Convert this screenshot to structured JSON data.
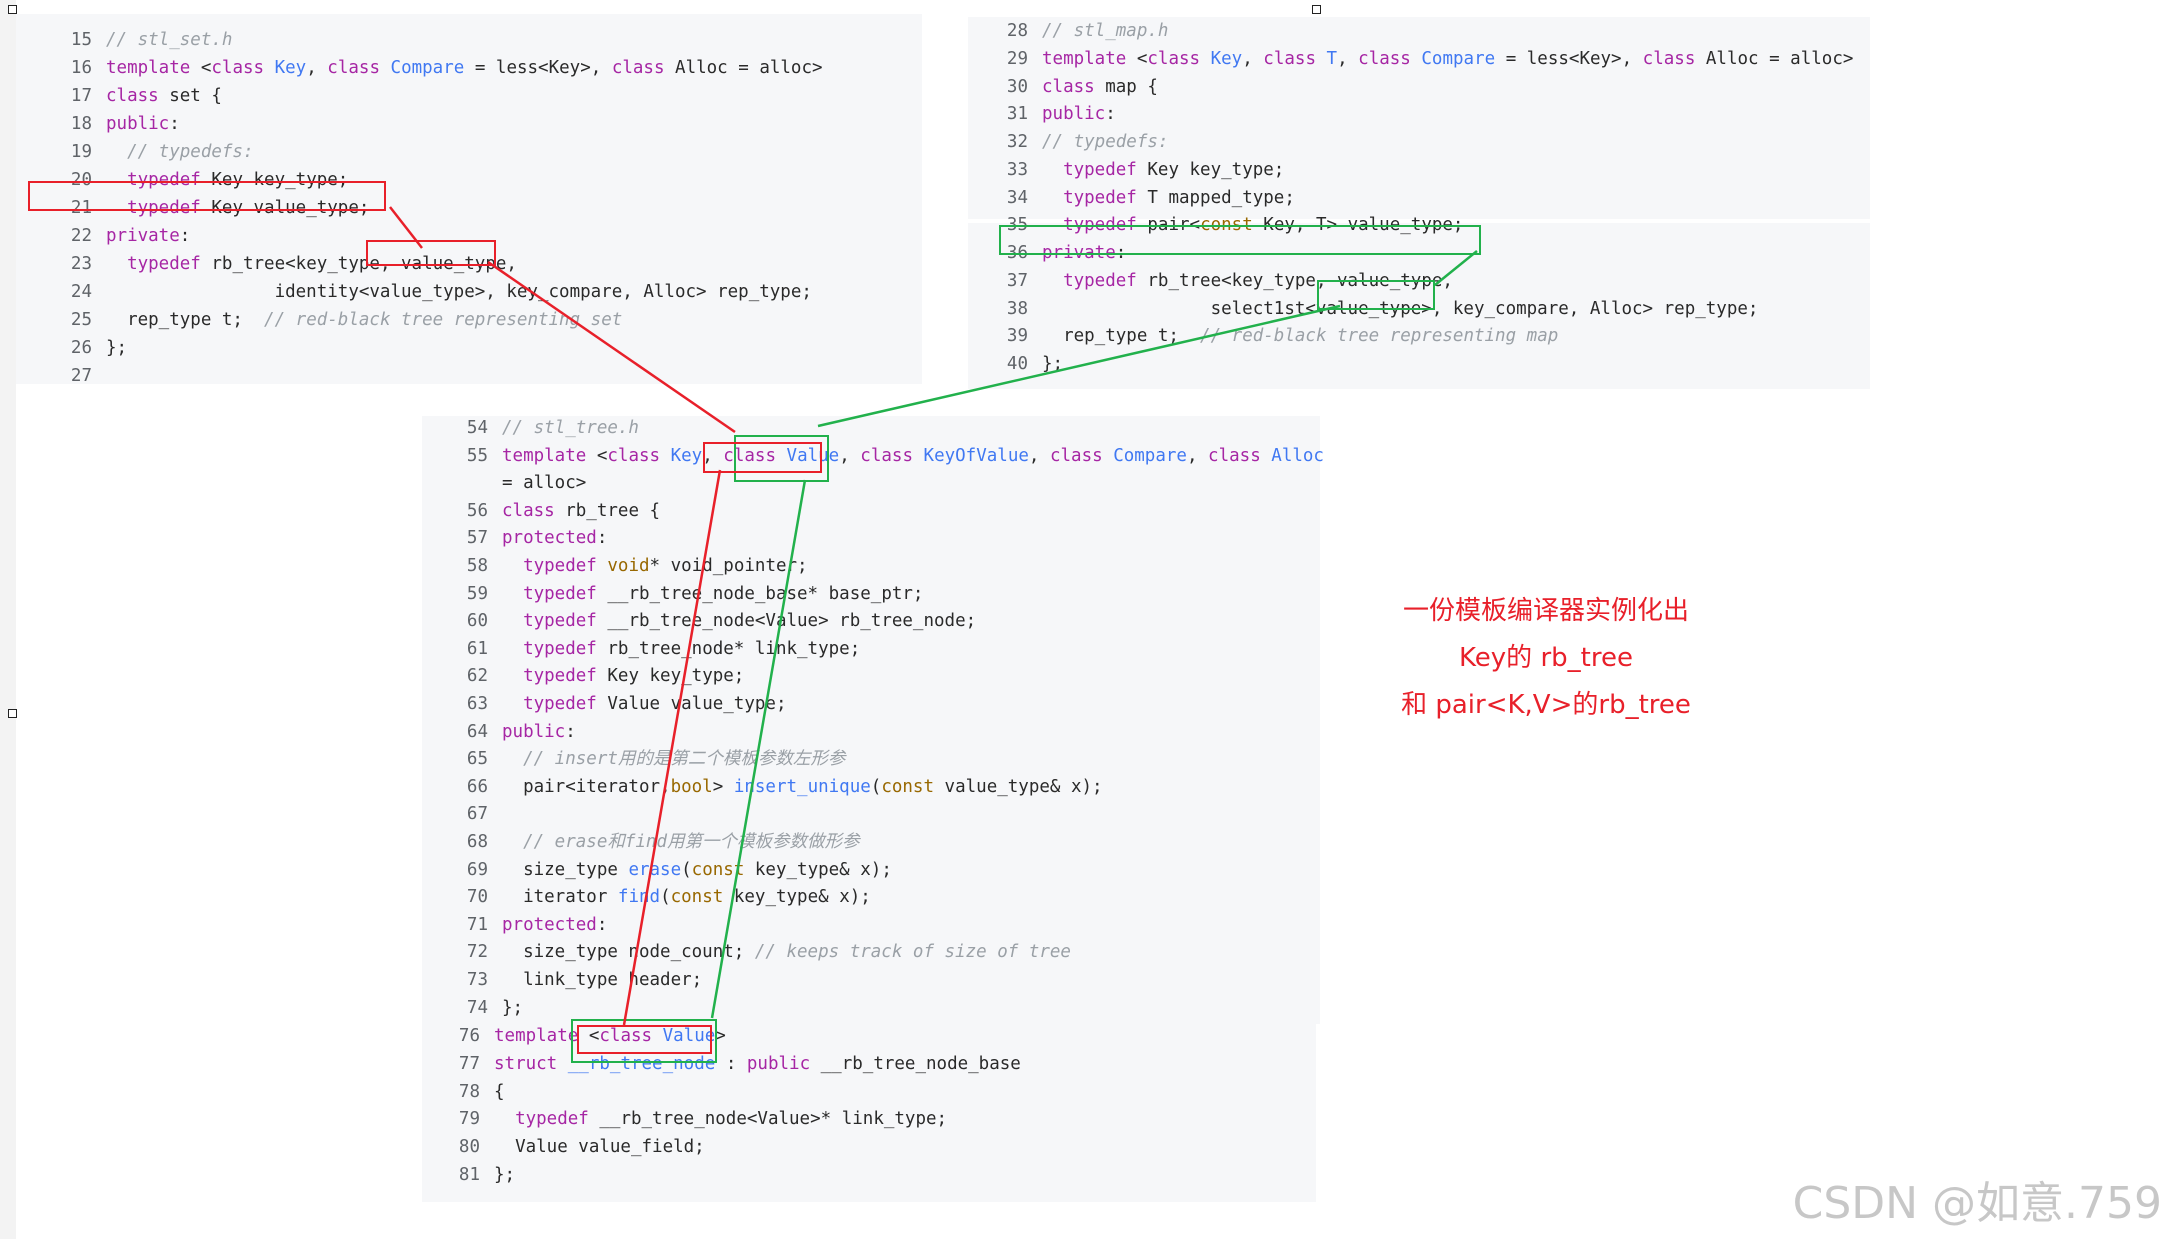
{
  "set_code": [
    {
      "n": "15",
      "t": [
        [
          "cm",
          "// stl_set.h"
        ]
      ]
    },
    {
      "n": "16",
      "t": [
        [
          "kw",
          "template"
        ],
        [
          "",
          " <"
        ],
        [
          "kw",
          "class"
        ],
        [
          "",
          " "
        ],
        [
          "ty",
          "Key"
        ],
        [
          "",
          ", "
        ],
        [
          "kw",
          "class"
        ],
        [
          "",
          " "
        ],
        [
          "ty",
          "Compare"
        ],
        [
          "",
          " = less<Key>, "
        ],
        [
          "kw",
          "class"
        ],
        [
          "",
          " Alloc = alloc>"
        ]
      ]
    },
    {
      "n": "17",
      "t": [
        [
          "kw",
          "class"
        ],
        [
          "",
          " set {"
        ]
      ]
    },
    {
      "n": "18",
      "t": [
        [
          "kw",
          "public"
        ],
        [
          "",
          ":"
        ]
      ]
    },
    {
      "n": "19",
      "t": [
        [
          "",
          "  "
        ],
        [
          "cm",
          "// typedefs:"
        ]
      ]
    },
    {
      "n": "20",
      "t": [
        [
          "",
          "  "
        ],
        [
          "kt",
          "typedef"
        ],
        [
          "",
          " Key key_type;"
        ]
      ]
    },
    {
      "n": "21",
      "t": [
        [
          "",
          "  "
        ],
        [
          "kt",
          "typedef"
        ],
        [
          "",
          " Key value_type;"
        ]
      ]
    },
    {
      "n": "22",
      "t": [
        [
          "kw",
          "private"
        ],
        [
          "",
          ":"
        ]
      ]
    },
    {
      "n": "23",
      "t": [
        [
          "",
          "  "
        ],
        [
          "kt",
          "typedef"
        ],
        [
          "",
          " rb_tree<key_type, value_type,"
        ]
      ]
    },
    {
      "n": "24",
      "t": [
        [
          "",
          "                identity<value_type>, key_compare, Alloc> rep_type;"
        ]
      ]
    },
    {
      "n": "25",
      "t": [
        [
          "",
          "  rep_type t;  "
        ],
        [
          "cm",
          "// red-black tree representing set"
        ]
      ]
    },
    {
      "n": "26",
      "t": [
        [
          "",
          "};"
        ]
      ]
    },
    {
      "n": "27",
      "t": [
        [
          "",
          ""
        ]
      ]
    }
  ],
  "map_code": [
    {
      "n": "28",
      "t": [
        [
          "cm",
          "// stl_map.h"
        ]
      ]
    },
    {
      "n": "29",
      "t": [
        [
          "kw",
          "template"
        ],
        [
          "",
          " <"
        ],
        [
          "kw",
          "class"
        ],
        [
          "",
          " "
        ],
        [
          "ty",
          "Key"
        ],
        [
          "",
          ", "
        ],
        [
          "kw",
          "class"
        ],
        [
          "",
          " "
        ],
        [
          "ty",
          "T"
        ],
        [
          "",
          ", "
        ],
        [
          "kw",
          "class"
        ],
        [
          "",
          " "
        ],
        [
          "ty",
          "Compare"
        ],
        [
          "",
          " = less<Key>, "
        ],
        [
          "kw",
          "class"
        ],
        [
          "",
          " Alloc = alloc>"
        ]
      ]
    },
    {
      "n": "30",
      "t": [
        [
          "kw",
          "class"
        ],
        [
          "",
          " map {"
        ]
      ]
    },
    {
      "n": "31",
      "t": [
        [
          "kw",
          "public"
        ],
        [
          "",
          ":"
        ]
      ]
    },
    {
      "n": "32",
      "t": [
        [
          "cm",
          "// typedefs:"
        ]
      ]
    },
    {
      "n": "33",
      "t": [
        [
          "",
          "  "
        ],
        [
          "kt",
          "typedef"
        ],
        [
          "",
          " Key key_type;"
        ]
      ]
    },
    {
      "n": "34",
      "t": [
        [
          "",
          "  "
        ],
        [
          "kt",
          "typedef"
        ],
        [
          "",
          " T mapped_type;"
        ]
      ]
    },
    {
      "n": "35",
      "t": [
        [
          "",
          "  "
        ],
        [
          "kt",
          "typedef"
        ],
        [
          "",
          " pair<"
        ],
        [
          "ol",
          "const"
        ],
        [
          "",
          " Key, T> value_type;"
        ]
      ]
    },
    {
      "n": "36",
      "t": [
        [
          "kw",
          "private"
        ],
        [
          "",
          ":"
        ]
      ]
    },
    {
      "n": "37",
      "t": [
        [
          "",
          "  "
        ],
        [
          "kt",
          "typedef"
        ],
        [
          "",
          " rb_tree<key_type, value_type,"
        ]
      ]
    },
    {
      "n": "38",
      "t": [
        [
          "",
          "                select1st<value_type>, key_compare, Alloc> rep_type;"
        ]
      ]
    },
    {
      "n": "39",
      "t": [
        [
          "",
          "  rep_type t;  "
        ],
        [
          "cm",
          "// red-black tree representing map"
        ]
      ]
    },
    {
      "n": "40",
      "t": [
        [
          "",
          "};"
        ]
      ]
    }
  ],
  "tree_code": [
    {
      "n": "54",
      "t": [
        [
          "cm",
          "// stl_tree.h"
        ]
      ]
    },
    {
      "n": "55",
      "t": [
        [
          "kw",
          "template"
        ],
        [
          "",
          " <"
        ],
        [
          "kw",
          "class"
        ],
        [
          "",
          " "
        ],
        [
          "ty",
          "Key"
        ],
        [
          "",
          ", "
        ],
        [
          "kw",
          "class"
        ],
        [
          "",
          " "
        ],
        [
          "ty",
          "Value"
        ],
        [
          "",
          ", "
        ],
        [
          "kw",
          "class"
        ],
        [
          "",
          " "
        ],
        [
          "ty",
          "KeyOfValue"
        ],
        [
          "",
          ", "
        ],
        [
          "kw",
          "class"
        ],
        [
          "",
          " "
        ],
        [
          "ty",
          "Compare"
        ],
        [
          "",
          ", "
        ],
        [
          "kw",
          "class"
        ],
        [
          "",
          " "
        ],
        [
          "ty",
          "Alloc"
        ]
      ]
    },
    {
      "n": "",
      "t": [
        [
          "",
          "= alloc>"
        ]
      ]
    },
    {
      "n": "56",
      "t": [
        [
          "kw",
          "class"
        ],
        [
          "",
          " rb_tree {"
        ]
      ]
    },
    {
      "n": "57",
      "t": [
        [
          "kw",
          "protected"
        ],
        [
          "",
          ":"
        ]
      ]
    },
    {
      "n": "58",
      "t": [
        [
          "",
          "  "
        ],
        [
          "kt",
          "typedef"
        ],
        [
          "",
          " "
        ],
        [
          "ol",
          "void"
        ],
        [
          "",
          "* void_pointer;"
        ]
      ]
    },
    {
      "n": "59",
      "t": [
        [
          "",
          "  "
        ],
        [
          "kt",
          "typedef"
        ],
        [
          "",
          " __rb_tree_node_base* base_ptr;"
        ]
      ]
    },
    {
      "n": "60",
      "t": [
        [
          "",
          "  "
        ],
        [
          "kt",
          "typedef"
        ],
        [
          "",
          " __rb_tree_node<Value> rb_tree_node;"
        ]
      ]
    },
    {
      "n": "61",
      "t": [
        [
          "",
          "  "
        ],
        [
          "kt",
          "typedef"
        ],
        [
          "",
          " rb_tree_node* link_type;"
        ]
      ]
    },
    {
      "n": "62",
      "t": [
        [
          "",
          "  "
        ],
        [
          "kt",
          "typedef"
        ],
        [
          "",
          " Key key_type;"
        ]
      ]
    },
    {
      "n": "63",
      "t": [
        [
          "",
          "  "
        ],
        [
          "kt",
          "typedef"
        ],
        [
          "",
          " Value value_type;"
        ]
      ]
    },
    {
      "n": "64",
      "t": [
        [
          "kw",
          "public"
        ],
        [
          "",
          ":"
        ]
      ]
    },
    {
      "n": "65",
      "t": [
        [
          "",
          "  "
        ],
        [
          "cm",
          "// insert用的是第二个模板参数左形参"
        ]
      ]
    },
    {
      "n": "66",
      "t": [
        [
          "",
          "  pair<iterator,"
        ],
        [
          "ol",
          "bool"
        ],
        [
          "",
          "> "
        ],
        [
          "ty",
          "insert_unique"
        ],
        [
          "",
          "("
        ],
        [
          "ol",
          "const"
        ],
        [
          "",
          " value_type& x);"
        ]
      ]
    },
    {
      "n": "67",
      "t": [
        [
          "",
          ""
        ]
      ]
    },
    {
      "n": "68",
      "t": [
        [
          "",
          "  "
        ],
        [
          "cm",
          "// erase和find用第一个模板参数做形参"
        ]
      ]
    },
    {
      "n": "69",
      "t": [
        [
          "",
          "  size_type "
        ],
        [
          "ty",
          "erase"
        ],
        [
          "",
          "("
        ],
        [
          "ol",
          "const"
        ],
        [
          "",
          " key_type& x);"
        ]
      ]
    },
    {
      "n": "70",
      "t": [
        [
          "",
          "  iterator "
        ],
        [
          "ty",
          "find"
        ],
        [
          "",
          "("
        ],
        [
          "ol",
          "const"
        ],
        [
          "",
          " key_type& x);"
        ]
      ]
    },
    {
      "n": "71",
      "t": [
        [
          "kw",
          "protected"
        ],
        [
          "",
          ":"
        ]
      ]
    },
    {
      "n": "72",
      "t": [
        [
          "",
          "  size_type node_count; "
        ],
        [
          "cm",
          "// keeps track of size of tree"
        ]
      ]
    },
    {
      "n": "73",
      "t": [
        [
          "",
          "  link_type header;"
        ]
      ]
    },
    {
      "n": "74",
      "t": [
        [
          "",
          "};"
        ]
      ]
    }
  ],
  "node_code": [
    {
      "n": "76",
      "t": [
        [
          "kw",
          "template"
        ],
        [
          "",
          " <"
        ],
        [
          "kw",
          "class"
        ],
        [
          "",
          " "
        ],
        [
          "ty",
          "Value"
        ],
        [
          "",
          ">"
        ]
      ]
    },
    {
      "n": "77",
      "t": [
        [
          "kw",
          "struct"
        ],
        [
          "",
          " "
        ],
        [
          "ty",
          "__rb_tree_node"
        ],
        [
          "",
          " : "
        ],
        [
          "kw",
          "public"
        ],
        [
          "",
          " __rb_tree_node_base"
        ]
      ]
    },
    {
      "n": "78",
      "t": [
        [
          "",
          "{"
        ]
      ]
    },
    {
      "n": "79",
      "t": [
        [
          "",
          "  "
        ],
        [
          "kt",
          "typedef"
        ],
        [
          "",
          " __rb_tree_node<Value>* link_type;"
        ]
      ]
    },
    {
      "n": "80",
      "t": [
        [
          "",
          "  Value value_field;"
        ]
      ]
    },
    {
      "n": "81",
      "t": [
        [
          "",
          "};"
        ]
      ]
    }
  ],
  "annotation": {
    "line1": "一份模板编译器实例化出",
    "line2": "Key的 rb_tree",
    "line3": "和 pair<K,V>的rb_tree"
  },
  "watermark": "CSDN @如意.759",
  "colors": {
    "set_highlight": "#e8202a",
    "map_highlight": "#22b14c"
  }
}
